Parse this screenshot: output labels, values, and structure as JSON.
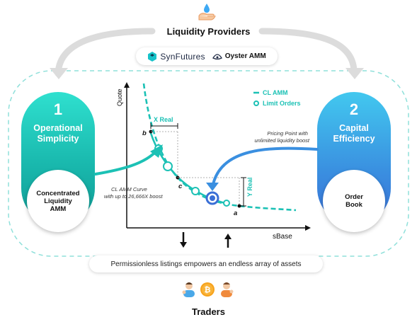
{
  "header": {
    "title": "Liquidity Providers",
    "icon": "hand-with-water-drop-icon"
  },
  "brands": {
    "synfutures": "SynFutures",
    "oyster": "Oyster AMM"
  },
  "left_panel": {
    "number": "1",
    "label_line1": "Operational",
    "label_line2": "Simplicity",
    "circle_line1": "Concentrated",
    "circle_line2": "Liquidity",
    "circle_line3": "AMM"
  },
  "right_panel": {
    "number": "2",
    "label_line1": "Capital",
    "label_line2": "Efficiency",
    "circle_line1": "Order",
    "circle_line2": "Book"
  },
  "chart": {
    "y_axis": "Quote",
    "x_axis": "sBase",
    "legend_curve": "CL AMM",
    "legend_orders": "Limit Orders",
    "x_real": "X Real",
    "y_real": "Y Real",
    "point_a": "a",
    "point_b": "b",
    "point_c": "c",
    "curve_note_line1": "CL AMM Curve",
    "curve_note_line2": "with up to 26,666X boost",
    "pricing_line1": "Pricing Point with",
    "pricing_line2": "unlimited liquidity boost"
  },
  "footer": {
    "banner": "Permissionless listings empowers an endless array of assets",
    "title": "Traders",
    "icons": [
      "person-icon",
      "bitcoin-icon",
      "person-icon"
    ]
  },
  "colors": {
    "teal": "#1cc1b5",
    "blue": "#3a8fe0",
    "dark": "#111111"
  }
}
